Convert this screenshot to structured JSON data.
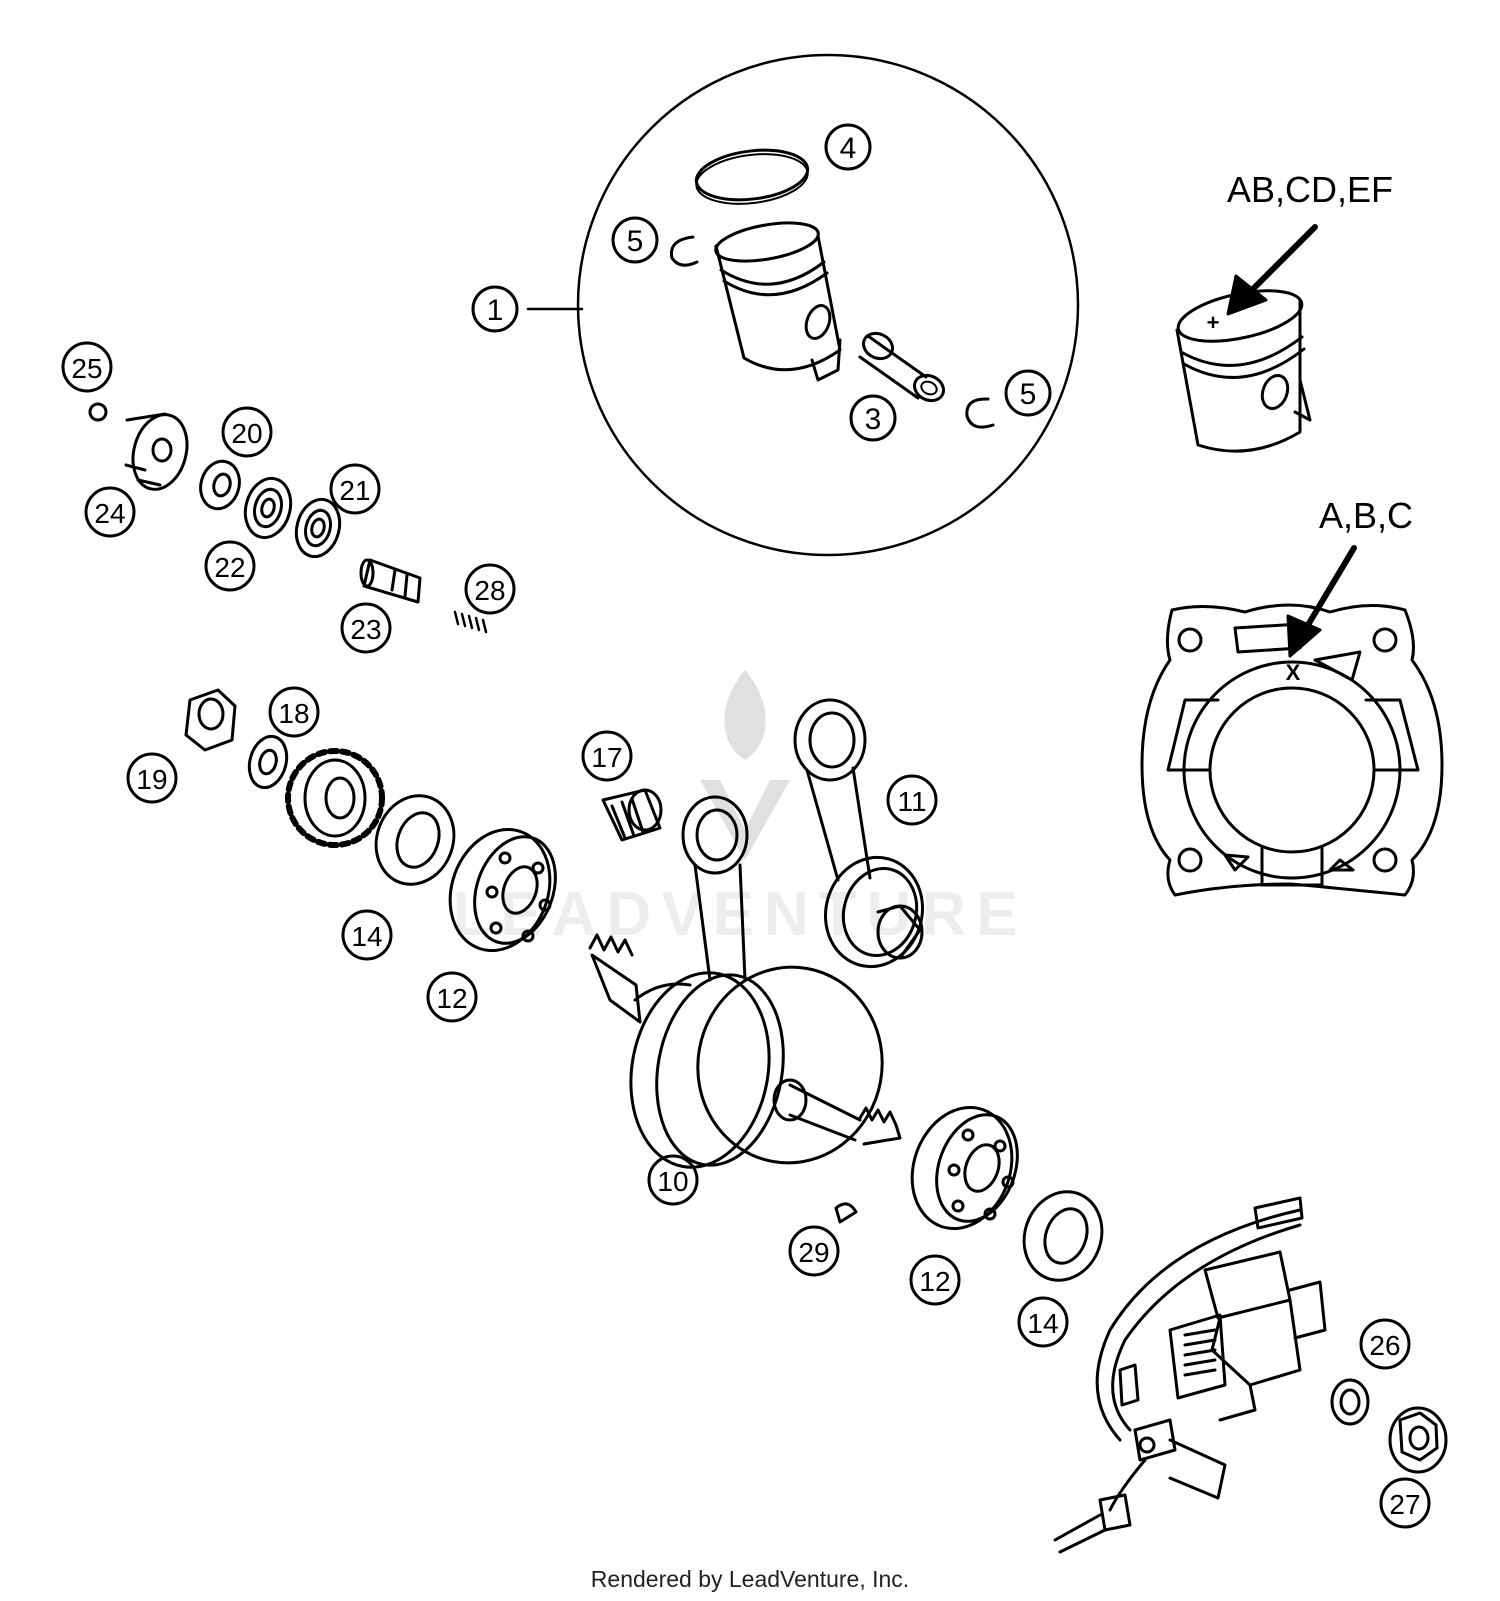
{
  "callouts": [
    {
      "id": "c1",
      "label": "1"
    },
    {
      "id": "c3",
      "label": "3"
    },
    {
      "id": "c4",
      "label": "4"
    },
    {
      "id": "c5a",
      "label": "5"
    },
    {
      "id": "c5b",
      "label": "5"
    },
    {
      "id": "c10",
      "label": "10"
    },
    {
      "id": "c11",
      "label": "11"
    },
    {
      "id": "c12a",
      "label": "12"
    },
    {
      "id": "c12b",
      "label": "12"
    },
    {
      "id": "c14a",
      "label": "14"
    },
    {
      "id": "c14b",
      "label": "14"
    },
    {
      "id": "c17",
      "label": "17"
    },
    {
      "id": "c18",
      "label": "18"
    },
    {
      "id": "c19",
      "label": "19"
    },
    {
      "id": "c20",
      "label": "20"
    },
    {
      "id": "c21",
      "label": "21"
    },
    {
      "id": "c22",
      "label": "22"
    },
    {
      "id": "c23",
      "label": "23"
    },
    {
      "id": "c24",
      "label": "24"
    },
    {
      "id": "c25",
      "label": "25"
    },
    {
      "id": "c26",
      "label": "26"
    },
    {
      "id": "c27",
      "label": "27"
    },
    {
      "id": "c28",
      "label": "28"
    },
    {
      "id": "c29",
      "label": "29"
    }
  ],
  "annotations": {
    "piston_marking": "AB,CD,EF",
    "piston_symbol": "+",
    "cylinder_marking": "A,B,C",
    "cylinder_symbol": "X"
  },
  "watermark": "LEADVENTURE",
  "footer": "Rendered by LeadVenture, Inc."
}
